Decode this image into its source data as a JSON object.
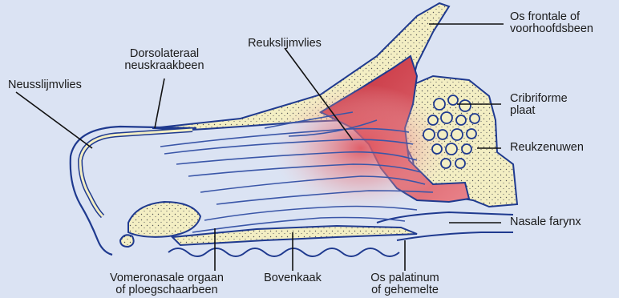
{
  "colors": {
    "background": "#dbe3f3",
    "outline": "#1f3a8f",
    "bone": "#f3eec3",
    "epithelium_red": "#c9303b",
    "nerve_blue": "#3a56a8",
    "label_text": "#1a1a1a"
  },
  "labels": {
    "os_frontale": "Os frontale of\nvoorhoofdsbeen",
    "cribriforme": "Cribriforme\nplaat",
    "reukzenuwen": "Reukzenuwen",
    "nasale_farynx": "Nasale farynx",
    "os_palatinum": "Os palatinum\nof gehemelte",
    "bovenkaak": "Bovenkaak",
    "vomeronasale": "Vomeronasale orgaan\nof ploegschaarbeen",
    "neusslijmvlies": "Neusslijmvlies",
    "dorsolateraal": "Dorsolateraal\nneuskraakbeen",
    "reukslijmvlies": "Reukslijmvlies"
  }
}
